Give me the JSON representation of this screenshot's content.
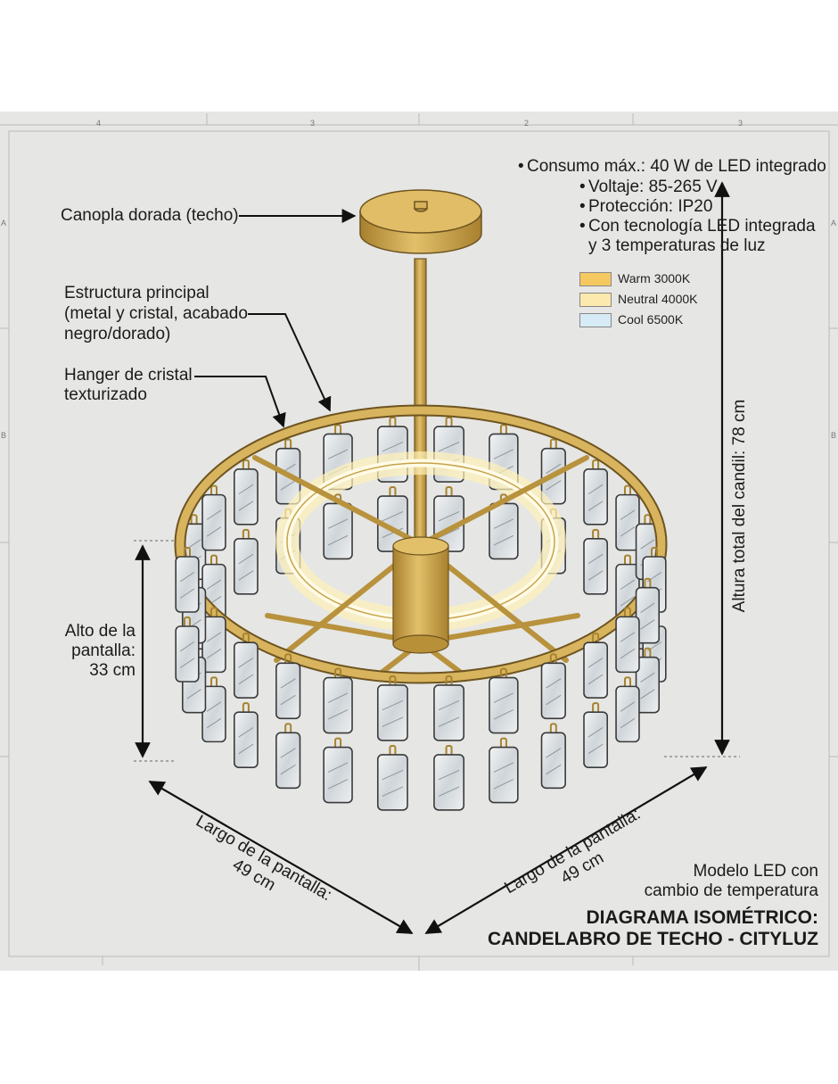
{
  "specs": {
    "consumo": "Consumo máx.: 40 W de LED integrado",
    "voltaje": "Voltaje: 85-265 V",
    "proteccion": "Protección: IP20",
    "tecnologia_1": "Con tecnología LED integrada",
    "tecnologia_2": "y 3 temperaturas de luz"
  },
  "temperatures": [
    {
      "label": "Warm 3000K",
      "color": "#f6c860"
    },
    {
      "label": "Neutral 4000K",
      "color": "#fbe9ad"
    },
    {
      "label": "Cool 6500K",
      "color": "#d6ebf6"
    }
  ],
  "labels": {
    "canopla": "Canopla dorada (techo)",
    "estructura_1": "Estructura principal",
    "estructura_2": "(metal y cristal, acabado",
    "estructura_3": "negro/dorado)",
    "hanger_1": "Hanger de cristal",
    "hanger_2": "texturizado",
    "alto_1": "Alto de la",
    "alto_2": "pantalla:",
    "alto_3": "33 cm",
    "altura_total": "Altura total del candil: 78 cm",
    "largo_left_1": "Largo de la pantalla:",
    "largo_left_2": "49 cm",
    "largo_right_1": "Largo de la pantalla:",
    "largo_right_2": "49 cm"
  },
  "footer": {
    "modelo_1": "Modelo LED con",
    "modelo_2": "cambio de temperatura",
    "diagram_1": "DIAGRAMA ISOMÉTRICO:",
    "diagram_2": "CANDELABRO DE TECHO - CITYLUZ"
  },
  "ruler": {
    "top": [
      "4",
      "3",
      "2",
      "3"
    ],
    "side": [
      "A",
      "B"
    ]
  },
  "colors": {
    "gold": "#c9a24a",
    "gold_dark": "#9b7a2c",
    "sheet": "#e6e6e4",
    "glass": "#d9dde0",
    "led": "#fff3c4"
  }
}
